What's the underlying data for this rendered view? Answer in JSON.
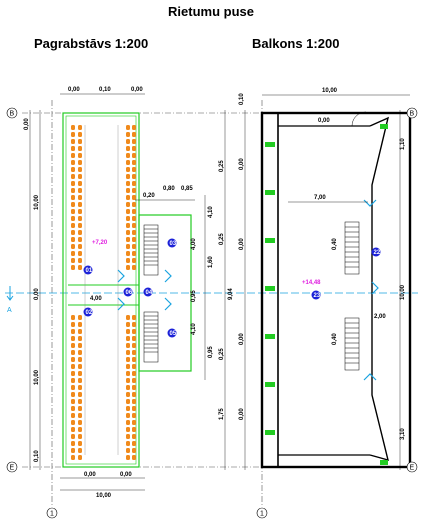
{
  "header": {
    "title": "Rietumu puse",
    "left_plan": "Pagrabstāvs 1:200",
    "right_plan": "Balkons 1:200"
  },
  "left_plan": {
    "dims_top": [
      "0,00",
      "0,10",
      "0,00"
    ],
    "dims_mid_top": [
      "0,20",
      "0,80",
      "0,85"
    ],
    "dims_left": [
      "0,00",
      "10,00",
      "0,00",
      "10,00",
      "0,10"
    ],
    "dims_inner_left": [
      "4,00"
    ],
    "dims_right": [
      "4,10",
      "4,00",
      "1,60",
      "0,95",
      "4,10",
      "0,95"
    ],
    "dims_right_outer": [
      "0,25",
      "0,25",
      "0,25",
      "1,75",
      "9,04"
    ],
    "dims_bottom": [
      "0,00",
      "0,00"
    ],
    "dims_bottom_total": "10,00",
    "level": "+7,20",
    "rooms": [
      "01",
      "02",
      "03",
      "04",
      "05",
      "06"
    ]
  },
  "right_plan": {
    "dims_top": "10,00",
    "dims_top_inner": "0,00",
    "dims_left": [
      "0,10",
      "0,00",
      "0,00",
      "0,00",
      "0,00"
    ],
    "dims_mid": "7,00",
    "dims_inner": [
      "0,40",
      "0,40",
      "2,00"
    ],
    "dims_right": [
      "1,10",
      "10,00",
      "3,10"
    ],
    "level": "+14,48",
    "rooms": [
      "22",
      "23"
    ]
  },
  "axes": {
    "rows": [
      "B",
      "E"
    ],
    "cols": [
      "1",
      "1"
    ],
    "section_mark": "A"
  },
  "colors": {
    "wall": "#000000",
    "green": "#22cc22",
    "orange": "#f08a1c",
    "blue": "#1c22d8",
    "magenta": "#e020e0",
    "cyan": "#1aa3e0"
  }
}
